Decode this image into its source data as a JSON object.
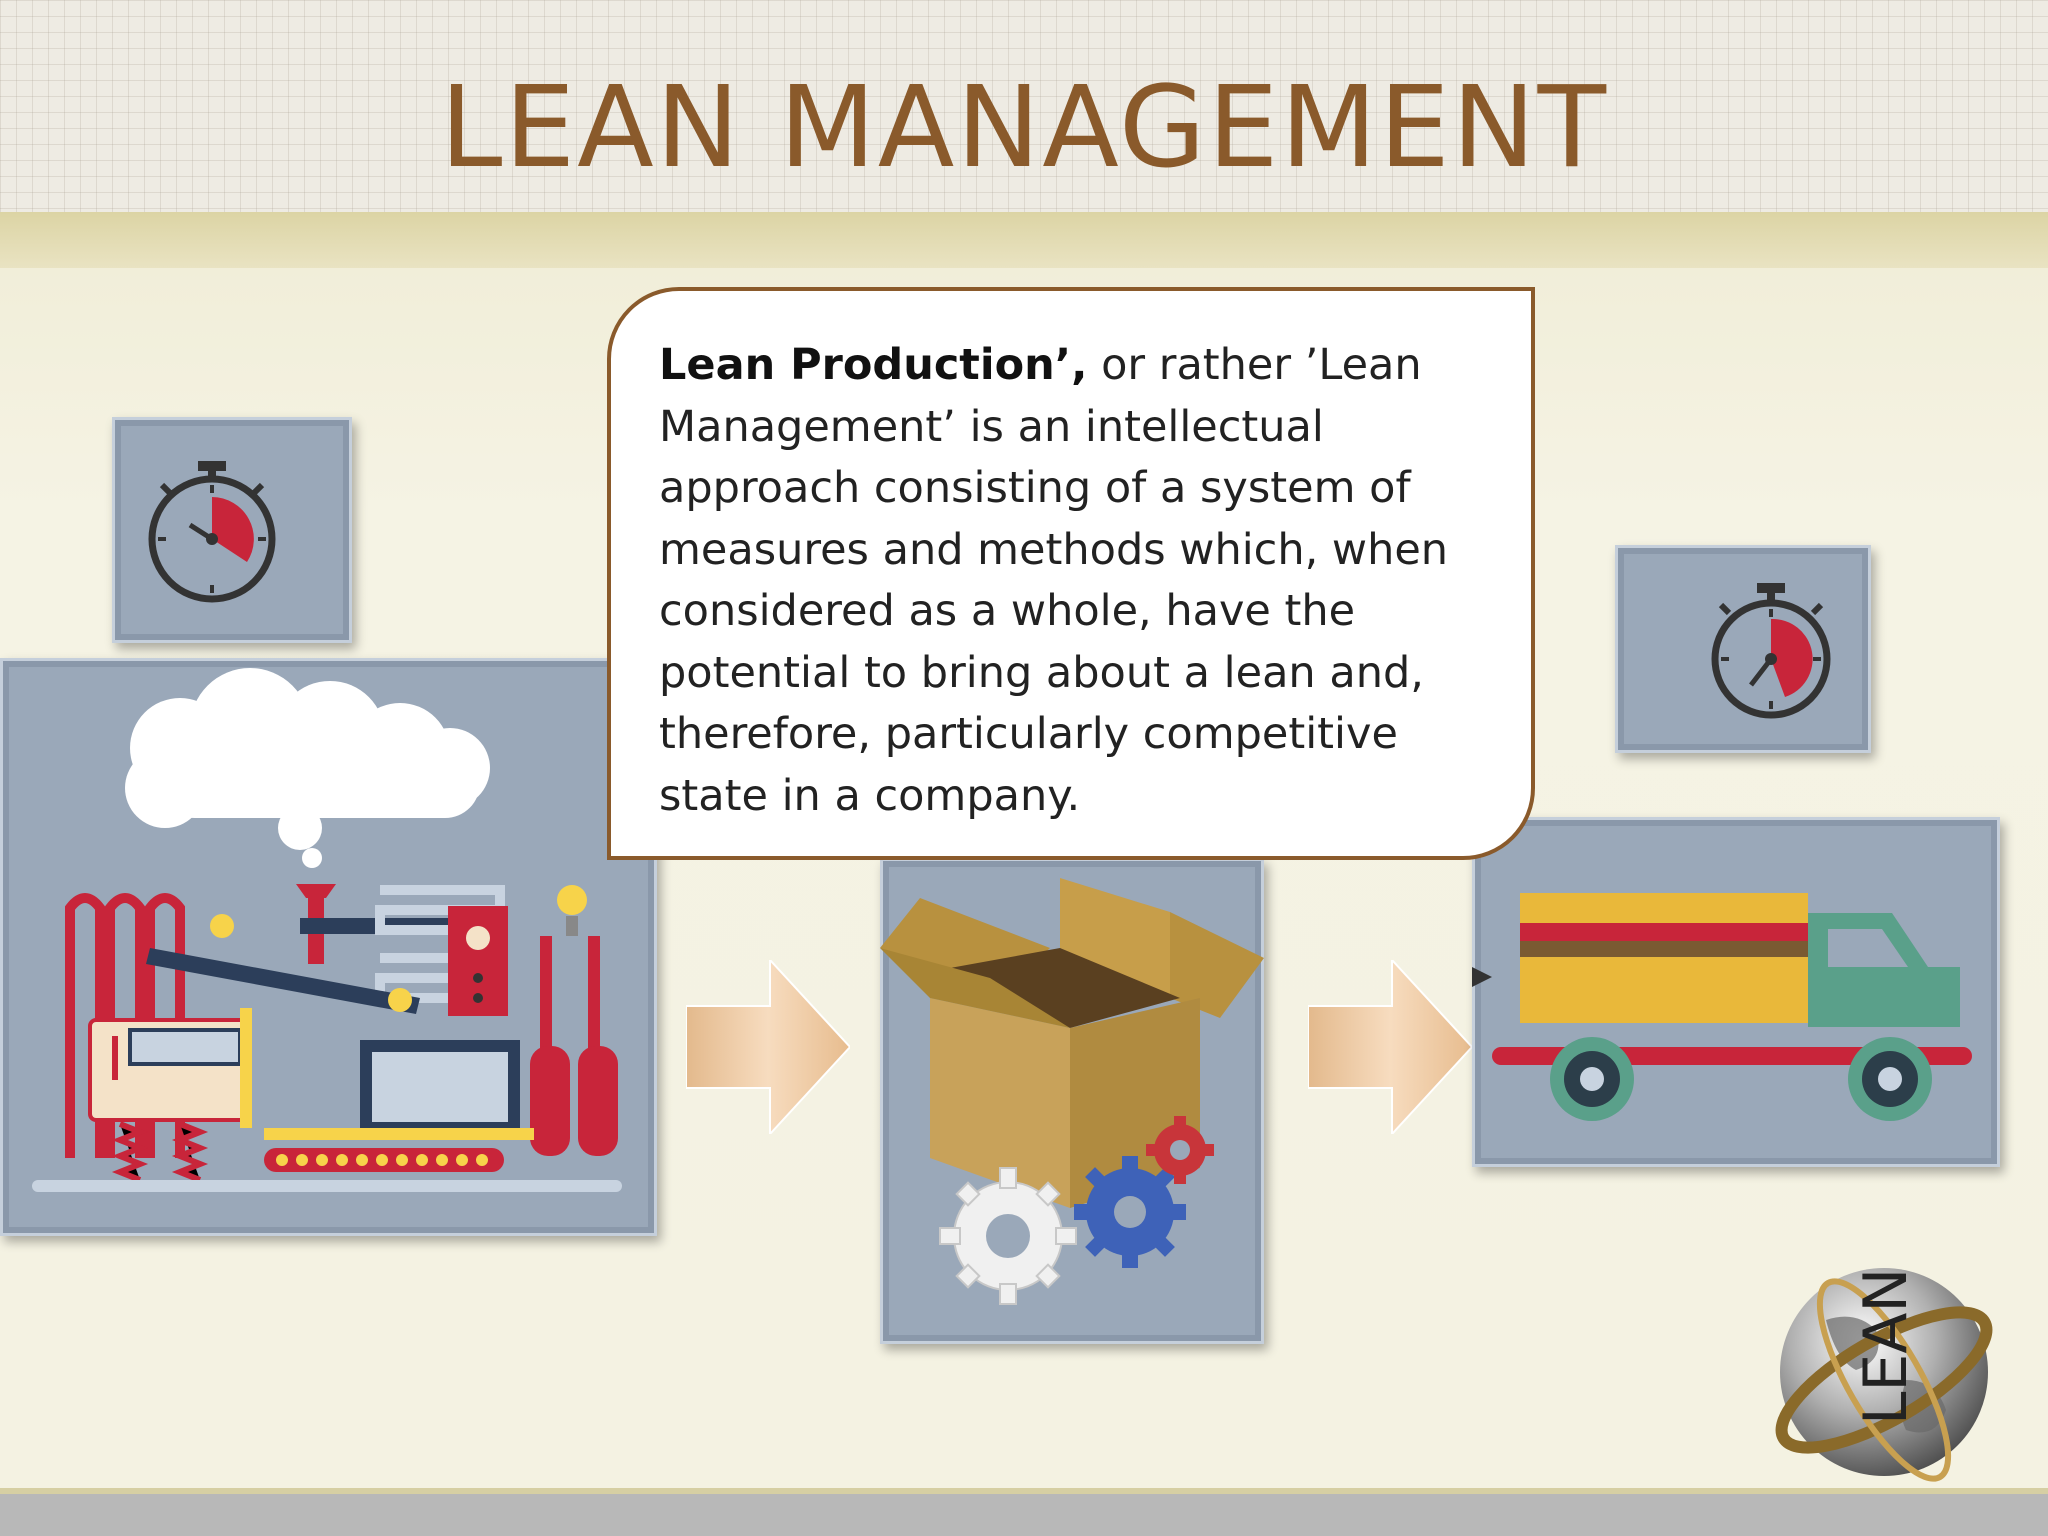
{
  "slide": {
    "title": "LEAN MANAGEMENT",
    "callout": {
      "bold_lead": "Lean Production’,",
      "body": " or rather ’Lean Management’ is an intellectual approach consisting of a system of measures and methods which, when considered as a whole, have the potential to bring about a lean and, therefore, particularly competitive state in a company."
    },
    "globe_label": "LEAN"
  },
  "colors": {
    "title": "#8a5a2b",
    "panel": "#9aa8b9",
    "callout_border": "#8a5a2b",
    "arrow": "#f0c9a0",
    "stopwatch_red": "#c8253a"
  },
  "icons": [
    "stopwatch-icon",
    "factory-machine-icon",
    "open-box-icon",
    "gears-icon",
    "delivery-truck-icon",
    "arrow-right-icon",
    "globe-icon"
  ]
}
